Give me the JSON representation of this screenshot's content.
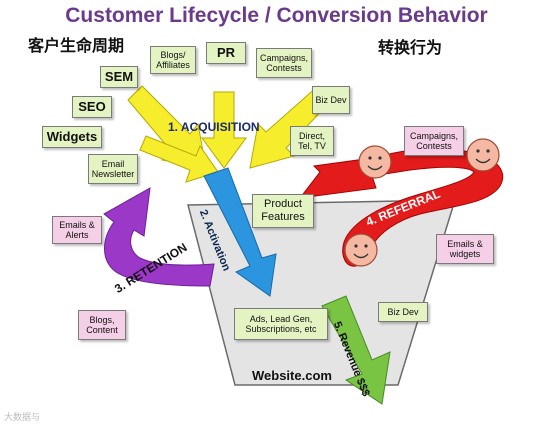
{
  "title": "Customer Lifecycle / Conversion Behavior",
  "cn_left": "客户生命周期",
  "cn_right": "转换行为",
  "stages": {
    "acquisition": "1. ACQUISITION",
    "activation": "2. Activation",
    "retention": "3. RETENTION",
    "referral": "4. REFERRAL",
    "revenue": "5. Revenue $$$"
  },
  "acquisition_sources": {
    "blogs": "Blogs/ Affiliates",
    "pr": "PR",
    "campaigns": "Campaigns, Contests",
    "sem": "SEM",
    "seo": "SEO",
    "widgets": "Widgets",
    "email_newsletter": "Email Newsletter",
    "biz_dev": "Biz Dev",
    "direct": "Direct, Tel, TV"
  },
  "referral_sources": {
    "campaigns": "Campaigns, Contests",
    "emails_widgets": "Emails & widgets"
  },
  "retention_sources": {
    "emails_alerts": "Emails & Alerts",
    "blogs_content": "Blogs, Content"
  },
  "website": {
    "product_features": "Product Features",
    "ads": "Ads, Lead Gen, Subscriptions, etc",
    "biz_dev": "Biz Dev",
    "name": "Website.com"
  },
  "watermark": "大数据与"
}
